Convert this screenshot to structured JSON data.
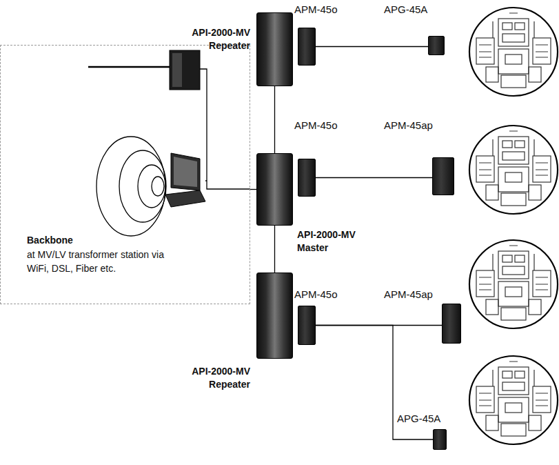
{
  "diagram": {
    "nodes": [
      {
        "text": [
          "Backbone",
          "at MV/LV transformer station via WiFi, DSL, Fiber etc."
        ]
      },
      {
        "text": [
          "API-2000-MV Repeater"
        ]
      },
      {
        "text": [
          "APM-45o"
        ]
      },
      {
        "text": [
          "APG-45A"
        ]
      },
      {
        "text": [
          "API-2000-MV Master"
        ]
      },
      {
        "text": [
          "APM-45o"
        ]
      },
      {
        "text": [
          "APM-45ap"
        ]
      },
      {
        "text": [
          "API-2000-MV Repeater"
        ]
      },
      {
        "text": [
          "APM-45o"
        ]
      },
      {
        "text": [
          "APM-45ap"
        ]
      },
      {
        "text": [
          "APG-45A"
        ]
      }
    ],
    "edges": [
      {
        "from": 1,
        "to": 4,
        "arrow": "none"
      },
      {
        "from": 4,
        "to": 7,
        "arrow": "none"
      },
      {
        "from": 0,
        "to": 4,
        "arrow": "none"
      },
      {
        "from": 2,
        "to": 3,
        "arrow": "none"
      },
      {
        "from": 5,
        "to": 6,
        "arrow": "none"
      },
      {
        "from": 8,
        "to": 9,
        "arrow": "none"
      },
      {
        "from": 8,
        "to": 10,
        "arrow": "none"
      }
    ]
  }
}
